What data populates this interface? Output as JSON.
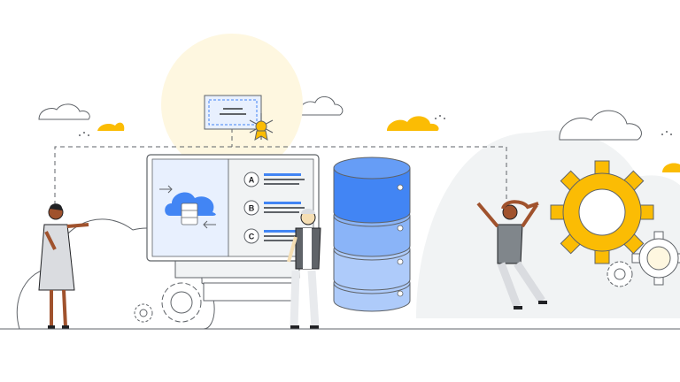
{
  "illustration": {
    "quiz_options": [
      "A",
      "B",
      "C"
    ]
  },
  "icons": {
    "certificate": "certificate-icon",
    "cloud_database": "cloud-database-icon",
    "database": "database-cylinder-icon",
    "gear": "gear-icon"
  },
  "colors": {
    "accent_blue": "#4285f4",
    "light_blue": "#aecbfa",
    "mid_blue": "#8ab4f8",
    "yellow": "#fbbc04",
    "pale_yellow": "#fef7e0",
    "cloud_grey": "#f1f3f4",
    "line_grey": "#5f6368",
    "text_dark": "#202124"
  }
}
